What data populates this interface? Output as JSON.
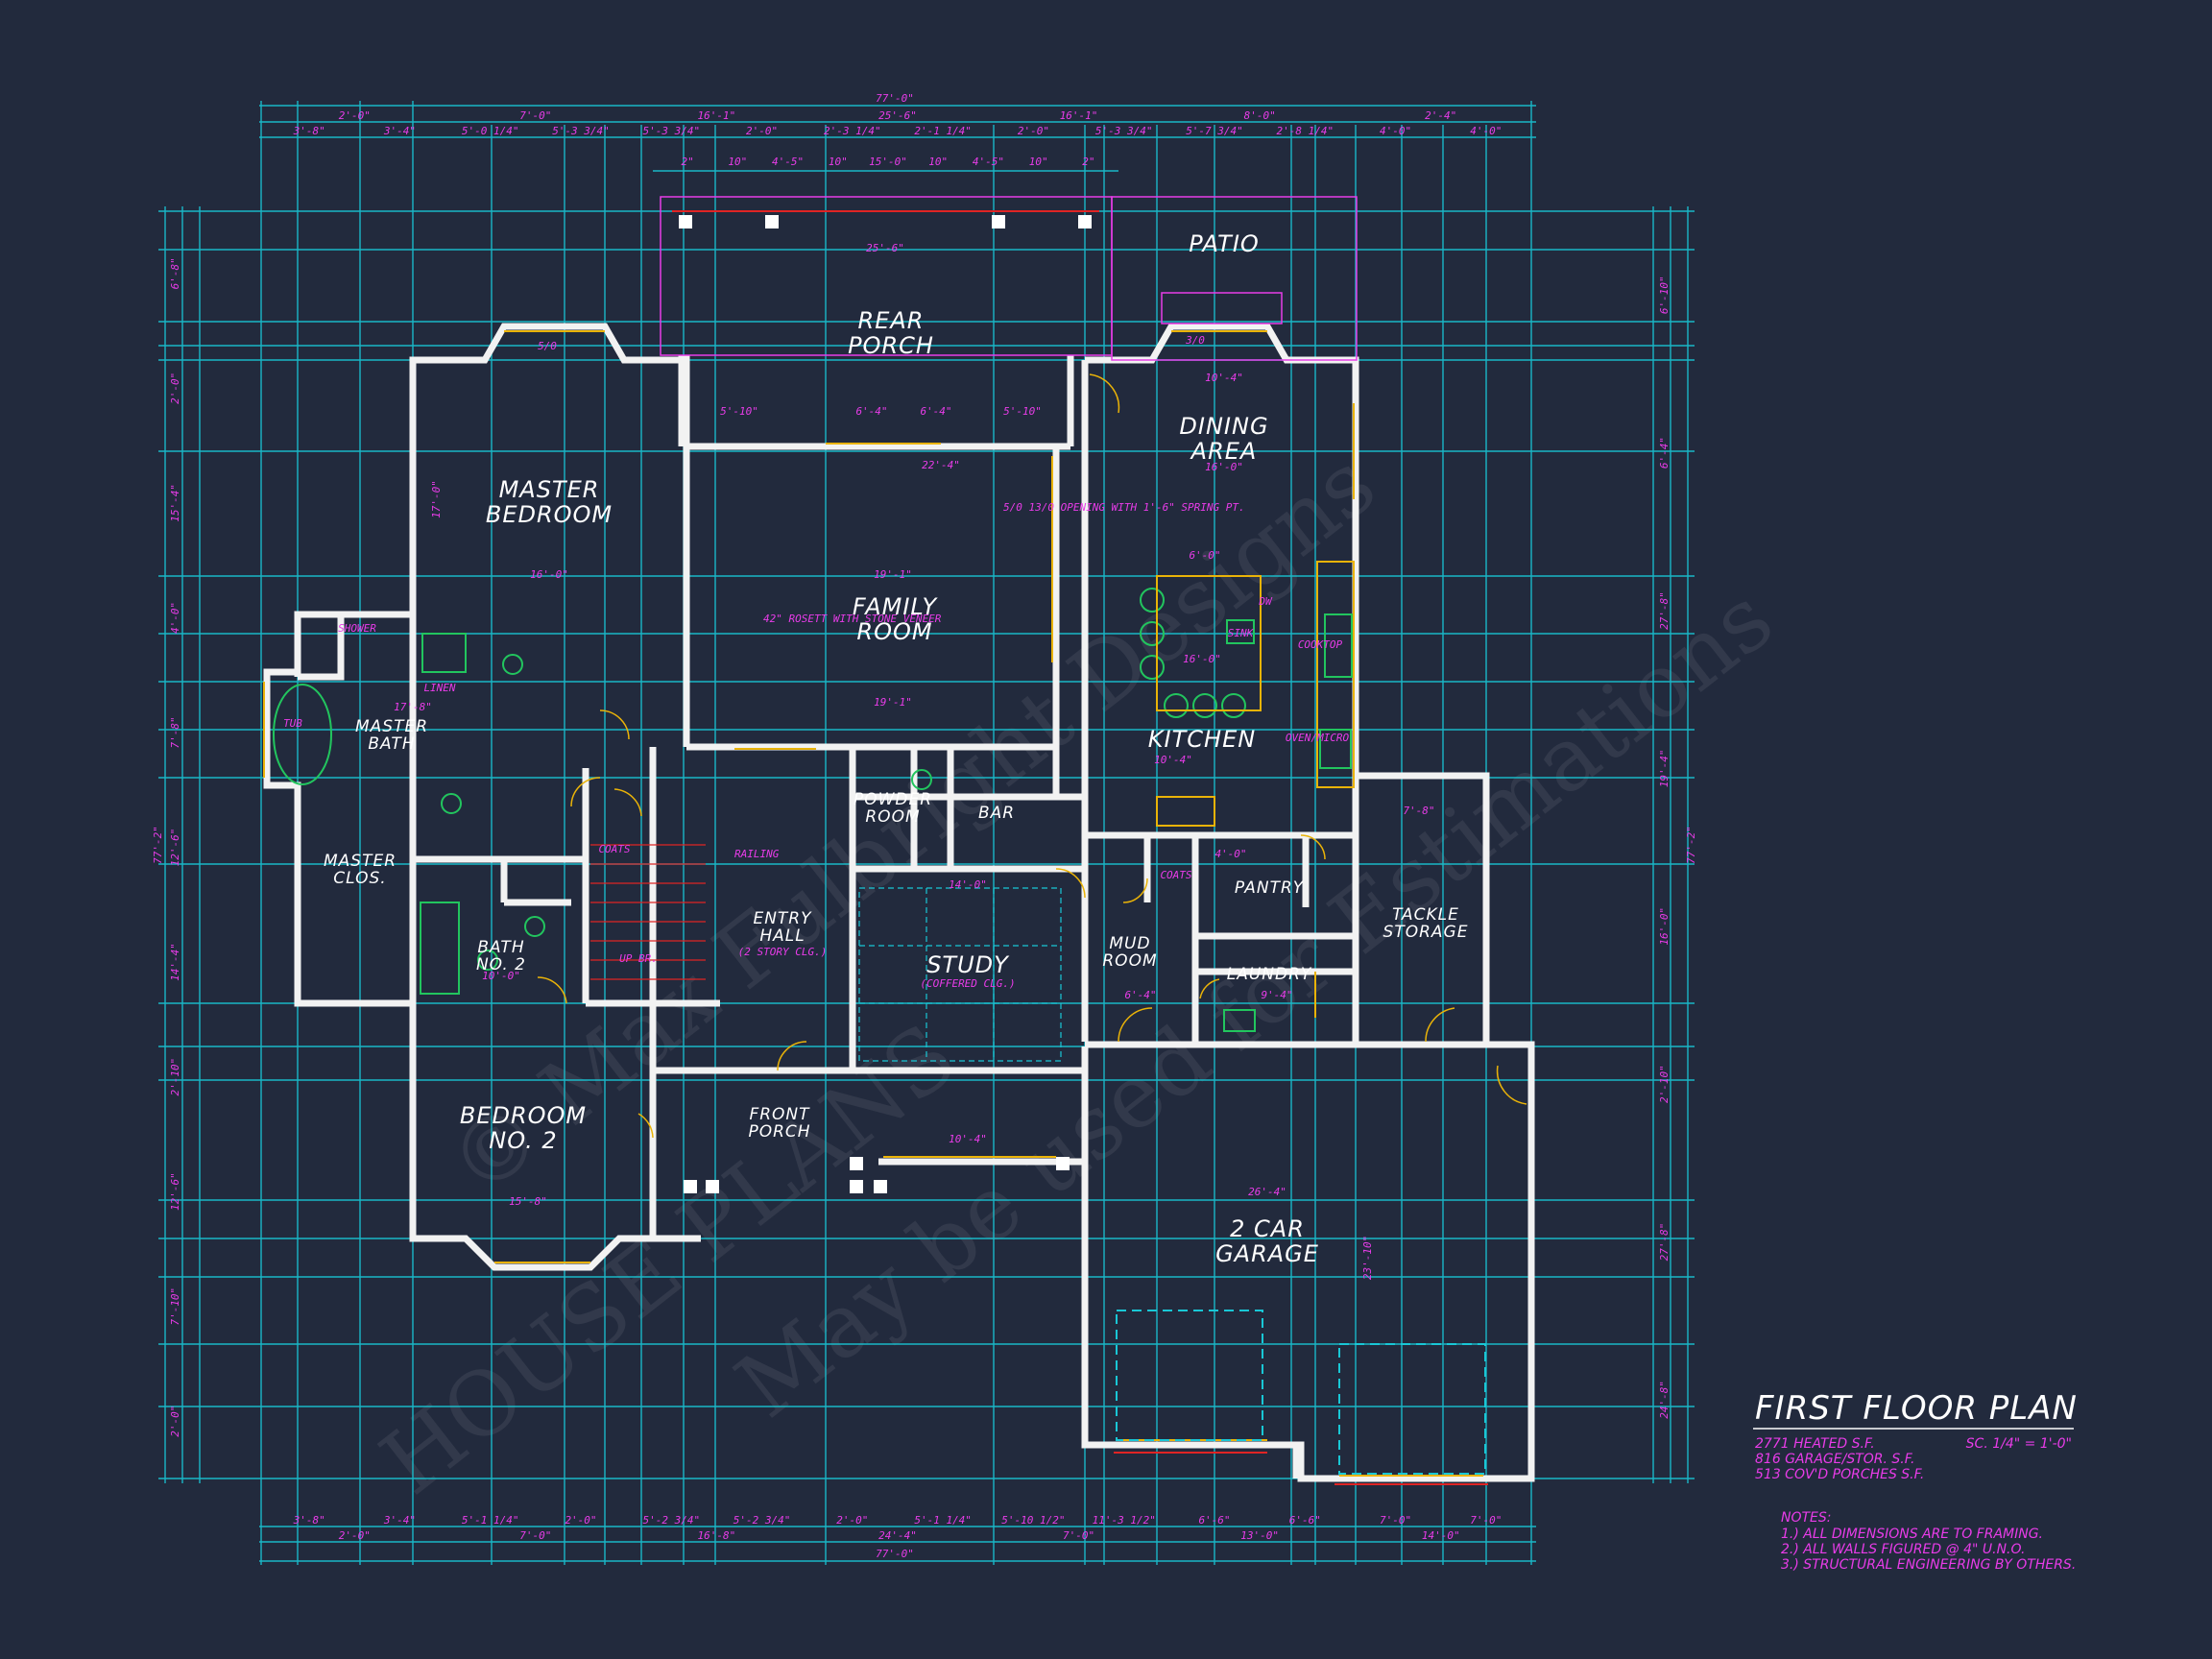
{
  "colors": {
    "background": "#222a3d",
    "dimension_lines": "#19c7d6",
    "walls": "#f2f2f2",
    "annotations": "#e83ce8",
    "fixtures": "#22c55e",
    "openings": "#eab308"
  },
  "title": {
    "heading": "FIRST FLOOR PLAN",
    "heated": "2771 HEATED S.F.",
    "garage": "816 GARAGE/STOR. S.F.",
    "porches": "513 COV'D PORCHES S.F.",
    "scale": "SC. 1/4\" = 1'-0\""
  },
  "notes": {
    "heading": "NOTES:",
    "items": [
      "1.) ALL DIMENSIONS ARE TO FRAMING.",
      "2.) ALL WALLS FIGURED @ 4\" U.N.O.",
      "3.) STRUCTURAL ENGINEERING BY OTHERS."
    ]
  },
  "rooms": {
    "patio": "PATIO",
    "rear_porch": [
      "REAR",
      "PORCH"
    ],
    "dining_area": [
      "DINING",
      "AREA"
    ],
    "master_bedroom": [
      "MASTER",
      "BEDROOM"
    ],
    "family_room": [
      "FAMILY",
      "ROOM"
    ],
    "kitchen": "KITCHEN",
    "master_bath": [
      "MASTER",
      "BATH"
    ],
    "powder_room": [
      "POWDER",
      "ROOM"
    ],
    "bar": "BAR",
    "pantry": "PANTRY",
    "master_closet": [
      "MASTER",
      "CLOS."
    ],
    "entry_hall": [
      "ENTRY",
      "HALL"
    ],
    "entry_hall_note": "(2 STORY CLG.)",
    "bath_no2": [
      "BATH",
      "NO. 2"
    ],
    "study": "STUDY",
    "study_note": "(COFFERED CLG.)",
    "mud_room": [
      "MUD",
      "ROOM"
    ],
    "laundry": "LAUNDRY",
    "tackle_storage": [
      "TACKLE",
      "STORAGE"
    ],
    "bedroom_no2": [
      "BEDROOM",
      "NO. 2"
    ],
    "front_porch": [
      "FRONT",
      "PORCH"
    ],
    "garage": [
      "2 CAR",
      "GARAGE"
    ]
  },
  "fixture_labels": {
    "shower": "SHOWER",
    "tub": "TUB",
    "linen": "LINEN",
    "coats_a": "COATS",
    "coats_b": "COATS",
    "sink": "SINK",
    "cooktop": "COOKTOP",
    "oven_micro": "OVEN/MICRO",
    "dw": "DW",
    "up_br": "UP BR.",
    "fireplace": "42\" ROSETT WITH STONE VENEER",
    "opening_note": "5/0 13/0 OPENING WITH 1'-6\" SPRING PT.",
    "railing": "RAILING"
  },
  "top_dimensions": {
    "overall": "77'-0\"",
    "row1": [
      "2'-0\"",
      "7'-0\"",
      "16'-1\"",
      "25'-6\"",
      "16'-1\"",
      "8'-0\"",
      "2'-4\""
    ],
    "row2": [
      "3'-8\"",
      "3'-4\"",
      "5'-0 1/4\"",
      "5'-3 3/4\"",
      "5'-3 3/4\"",
      "2'-0\"",
      "2'-3 1/4\"",
      "2'-1 1/4\"",
      "2'-0\"",
      "5'-3 3/4\"",
      "5'-7 3/4\"",
      "2'-8 1/4\"",
      "4'-0\"",
      "4'-0\""
    ],
    "porch": [
      "2\"",
      "10\"",
      "4'-5\"",
      "10\"",
      "15'-0\"",
      "10\"",
      "4'-5\"",
      "10\"",
      "2\""
    ],
    "porch_span": "25'-6\""
  },
  "bottom_dimensions": {
    "overall": "77'-0\"",
    "row1": [
      "2'-0\"",
      "7'-0\"",
      "16'-8\"",
      "24'-4\"",
      "7'-0\"",
      "13'-0\"",
      "14'-0\""
    ],
    "row2": [
      "3'-8\"",
      "3'-4\"",
      "5'-1 1/4\"",
      "2'-0\"",
      "5'-2 3/4\"",
      "5'-2 3/4\"",
      "2'-0\"",
      "5'-1 1/4\"",
      "5'-10 1/2\"",
      "11'-3 1/2\"",
      "6'-6\"",
      "6'-6\"",
      "7'-0\"",
      "7'-0\""
    ]
  },
  "side_dimensions": {
    "left_overall": "77'-2\"",
    "right_overall": "77'-2\"",
    "left": [
      "6'-8\"",
      "2'-0\"",
      "15'-4\"",
      "4'-0\"",
      "7'-8\"",
      "12'-6\"",
      "14'-4\"",
      "2'-10\"",
      "12'-6\"",
      "7'-10\"",
      "2'-0\""
    ],
    "right": [
      "6'-10\"",
      "6'-4\"",
      "27'-8\"",
      "19'-4\"",
      "16'-0\"",
      "2'-10\"",
      "27'-8\"",
      "24'-8\""
    ]
  },
  "interior_dimensions": {
    "master_bed_w": "16'-0\"",
    "master_bed_h": "17'-0\"",
    "family_w": "19'-1\"",
    "family_w2": "19'-1\"",
    "kitchen_w": "16'-0\"",
    "kitchen_w2": "10'-4\"",
    "dining_w": "10'-4\"",
    "dining_h": "16'-0\"",
    "garage_w": "26'-4\"",
    "garage_h": "23'-10\"",
    "bedroom2_w": "15'-8\"",
    "study_w": "14'-0\"",
    "front_porch_w": "10'-4\"",
    "island": "6'-0\"",
    "bay_a": "3/0",
    "bay_b": "5/0",
    "rear_porch_a": "6'-4\"",
    "rear_porch_b": "6'-4\"",
    "rear_porch_c": "5'-10\"",
    "rear_porch_d": "5'-10\"",
    "family_top": "22'-4\"",
    "tackle_w": "7'-8\"",
    "laundry_w": "9'-4\"",
    "mud_w": "6'-4\"",
    "pantry_w": "4'-0\"",
    "bath2_w": "10'-0\"",
    "master_bath_w": "17'-8\""
  },
  "watermark": [
    "© Max Fulbright Designs",
    "May be used for Estimations",
    "HOUSE PLANS"
  ]
}
